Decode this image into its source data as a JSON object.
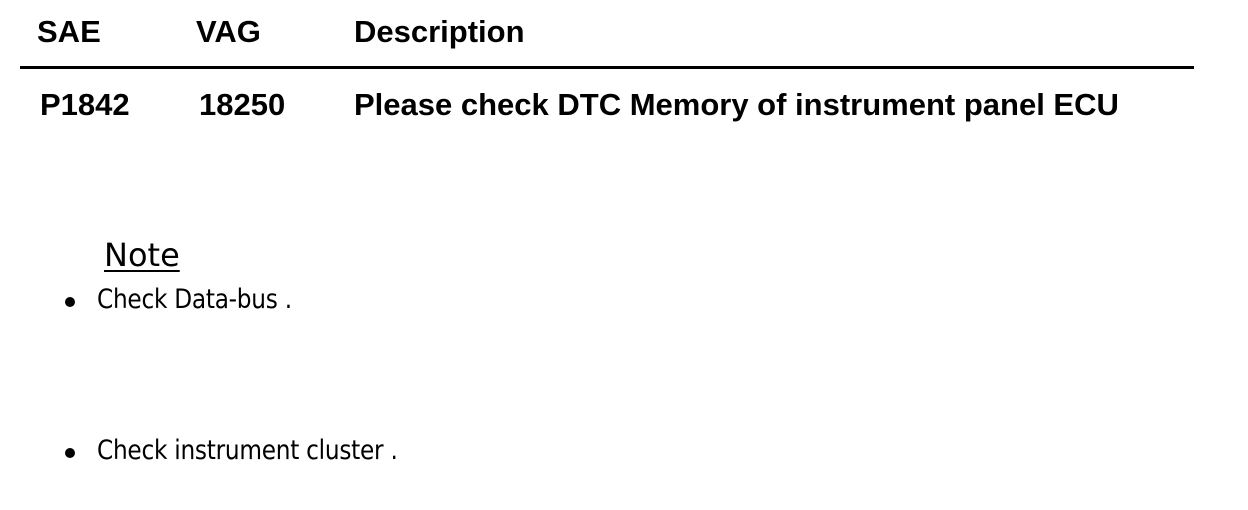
{
  "table": {
    "headers": {
      "sae": "SAE",
      "vag": "VAG",
      "description": "Description"
    },
    "rows": [
      {
        "sae": "P1842",
        "vag": "18250",
        "description": "Please check DTC Memory of instrument panel ECU"
      }
    ]
  },
  "note": {
    "title": "Note",
    "items": [
      "Check Data-bus .",
      "Check instrument cluster ."
    ]
  }
}
